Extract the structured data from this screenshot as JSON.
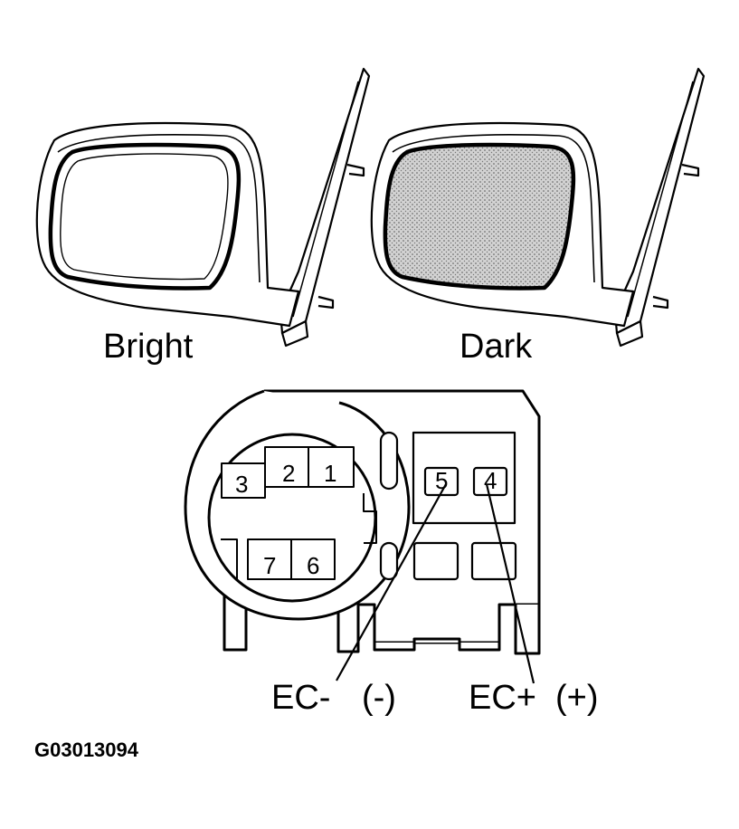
{
  "mirrors": {
    "bright_label": "Bright",
    "dark_label": "Dark"
  },
  "connector": {
    "pins": [
      "1",
      "2",
      "3",
      "4",
      "5",
      "6",
      "7"
    ],
    "ec_minus": {
      "name": "EC-",
      "polarity": "(-)"
    },
    "ec_plus": {
      "name": "EC+",
      "polarity": "(+)"
    }
  },
  "figure_code": "G03013094",
  "colors": {
    "line": "#000000",
    "background": "#ffffff",
    "dark_glass": "#bdbdbd"
  }
}
